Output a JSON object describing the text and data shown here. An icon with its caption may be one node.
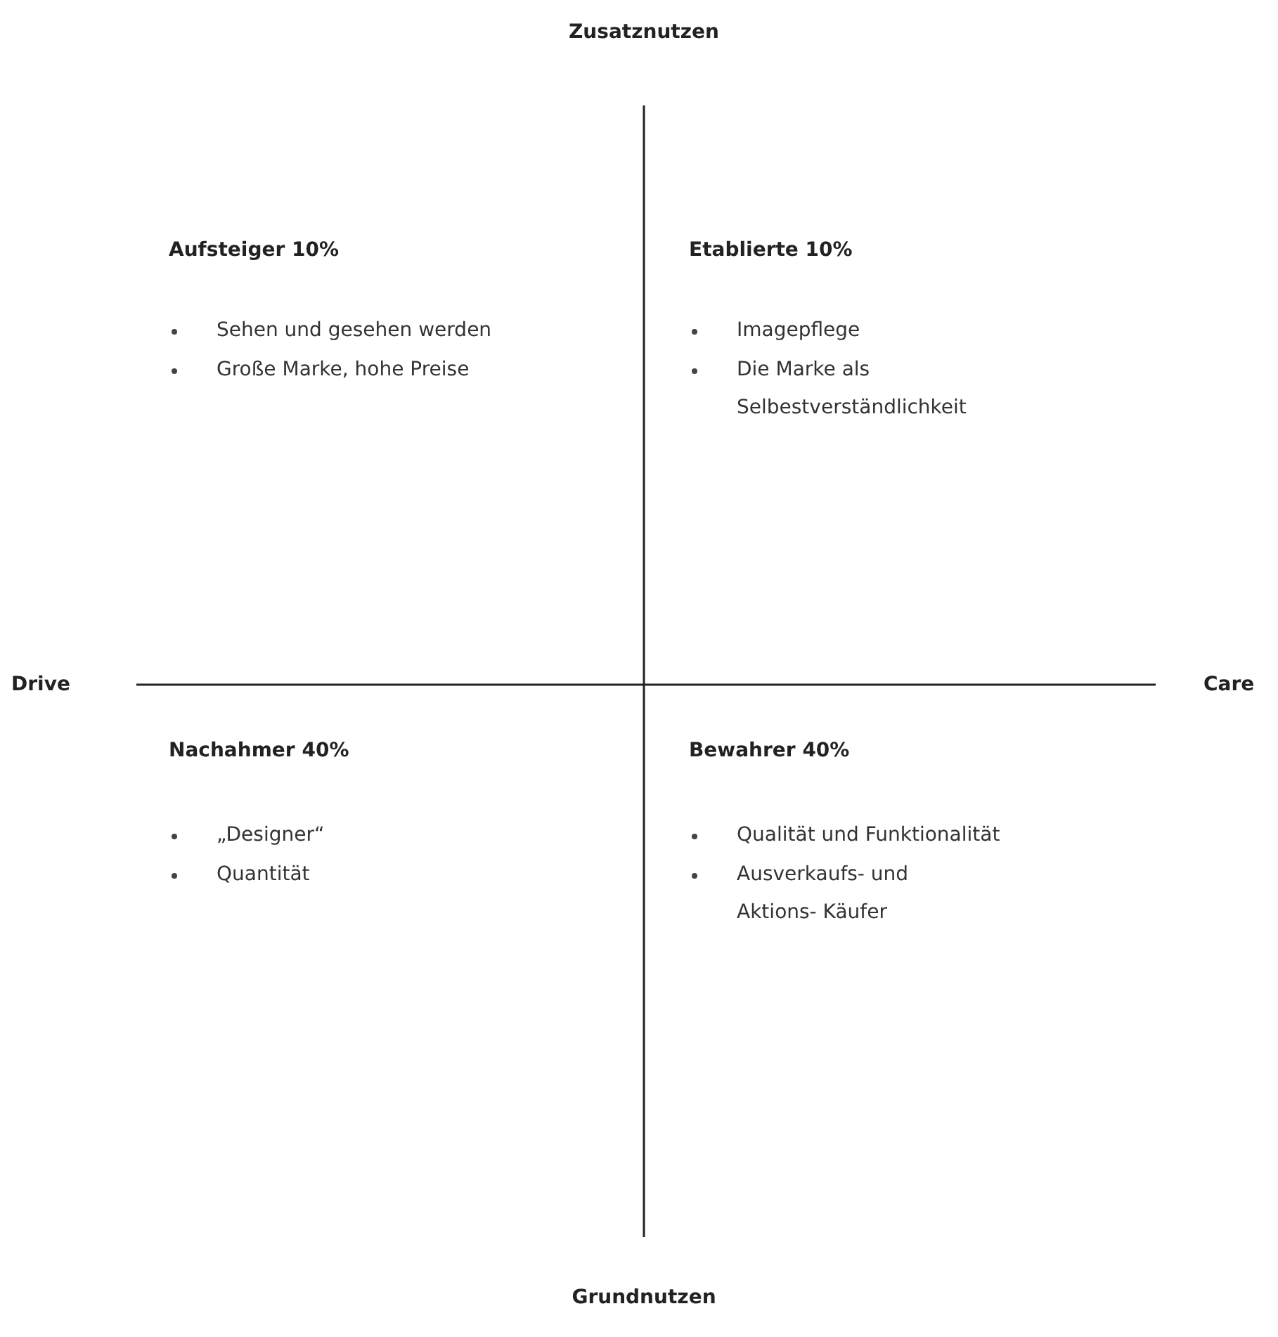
{
  "diagram": {
    "labels": [
      "Zusatznutzen",
      "Aufsteiger 10%",
      "Sehen und gesehen werden",
      "Große Marke, hohe Preise",
      "Etablierte 10%",
      "Imagepflege",
      "Die Marke als Selbestverständlichkeit",
      "Drive",
      "Care",
      "Nachahmer 40%",
      "„Designer“",
      "Quantität",
      "Bewahrer 40%",
      "Qualität und Funktionalität",
      "Ausverkaufs- und Aktions- Käufer",
      "Grundnutzen"
    ]
  }
}
